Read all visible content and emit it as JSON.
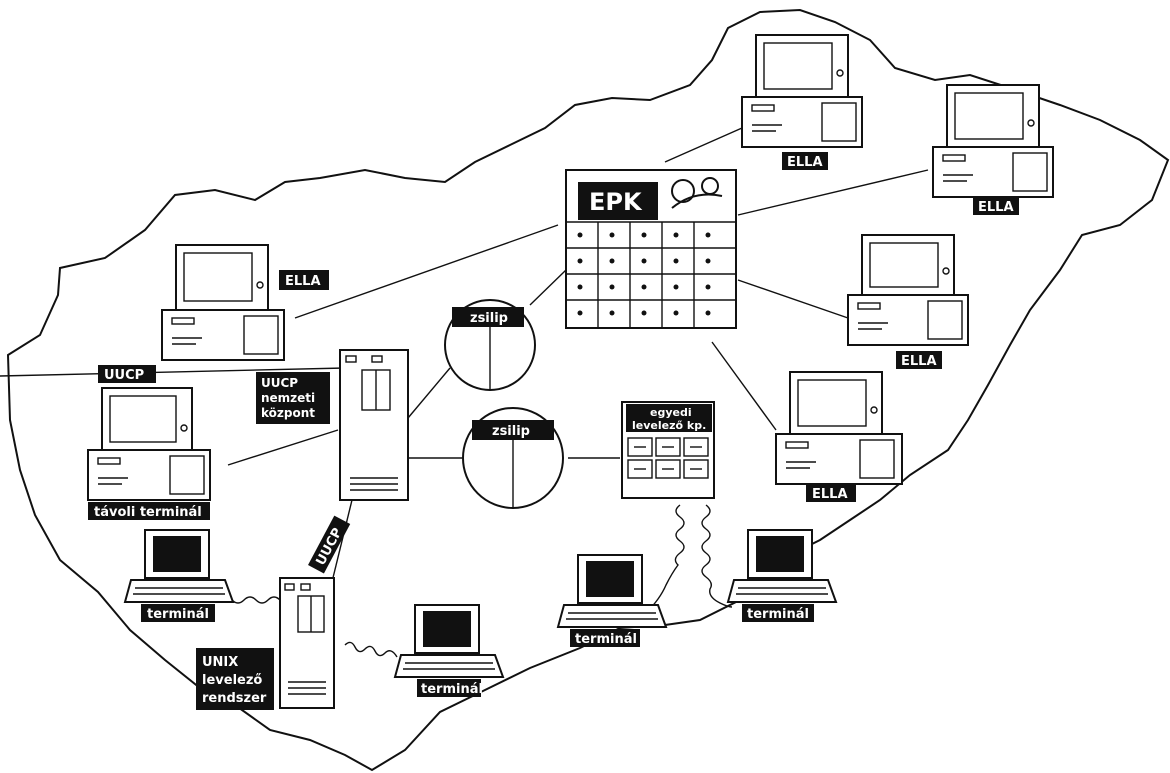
{
  "hub": {
    "label": "EPK"
  },
  "ella": [
    "ELLA",
    "ELLA",
    "ELLA",
    "ELLA",
    "ELLA"
  ],
  "uucp_line": {
    "label": "UUCP"
  },
  "uucp_link": {
    "label": "UUCP"
  },
  "national_center": {
    "line1": "UUCP",
    "line2": "nemzeti",
    "line3": "központ"
  },
  "gateways": [
    "zsilip",
    "zsilip"
  ],
  "corporate_mail": {
    "line1": "egyedi",
    "line2": "levelező kp."
  },
  "remote_terminal": {
    "label": "távoli terminál"
  },
  "terminals": [
    "terminál",
    "terminál",
    "terminál",
    "terminál"
  ],
  "unix_system": {
    "line1": "UNIX",
    "line2": "levelező",
    "line3": "rendszer"
  }
}
